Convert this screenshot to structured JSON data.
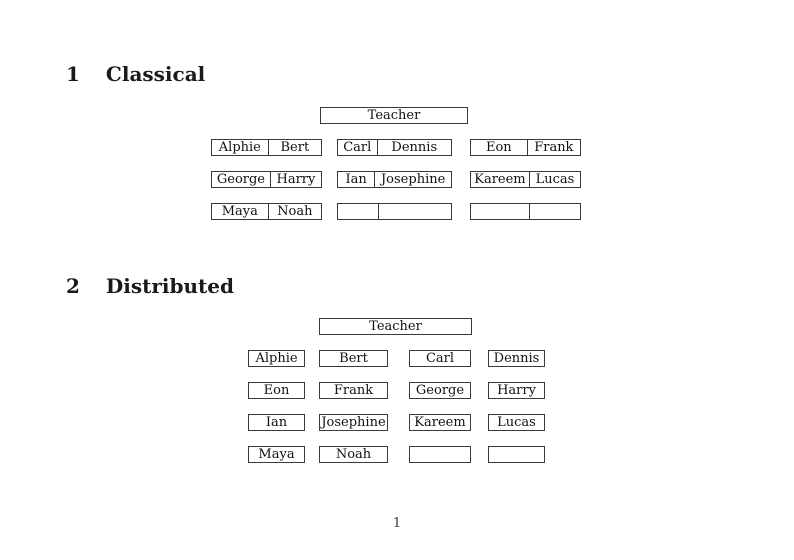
{
  "page": {
    "number": "1"
  },
  "sections": {
    "classical": {
      "number": "1",
      "title": "Classical"
    },
    "distributed": {
      "number": "2",
      "title": "Distributed"
    }
  },
  "classical": {
    "teacher": "Teacher",
    "tables": [
      {
        "cells": [
          "Alphie",
          "Bert"
        ]
      },
      {
        "cells": [
          "Carl",
          "Dennis"
        ]
      },
      {
        "cells": [
          "Eon",
          "Frank"
        ]
      },
      {
        "cells": [
          "George",
          "Harry"
        ]
      },
      {
        "cells": [
          "Ian",
          "Josephine"
        ]
      },
      {
        "cells": [
          "Kareem",
          "Lucas"
        ]
      },
      {
        "cells": [
          "Maya",
          "Noah"
        ]
      },
      {
        "cells": [
          "",
          ""
        ]
      },
      {
        "cells": [
          "",
          ""
        ]
      }
    ]
  },
  "distributed": {
    "teacher": "Teacher",
    "desks": [
      "Alphie",
      "Bert",
      "Carl",
      "Dennis",
      "Eon",
      "Frank",
      "George",
      "Harry",
      "Ian",
      "Josephine",
      "Kareem",
      "Lucas",
      "Maya",
      "Noah",
      "",
      ""
    ]
  },
  "colors": {
    "background": "#ffffff",
    "text": "#1a1a1a",
    "border": "#3a3a3a"
  }
}
